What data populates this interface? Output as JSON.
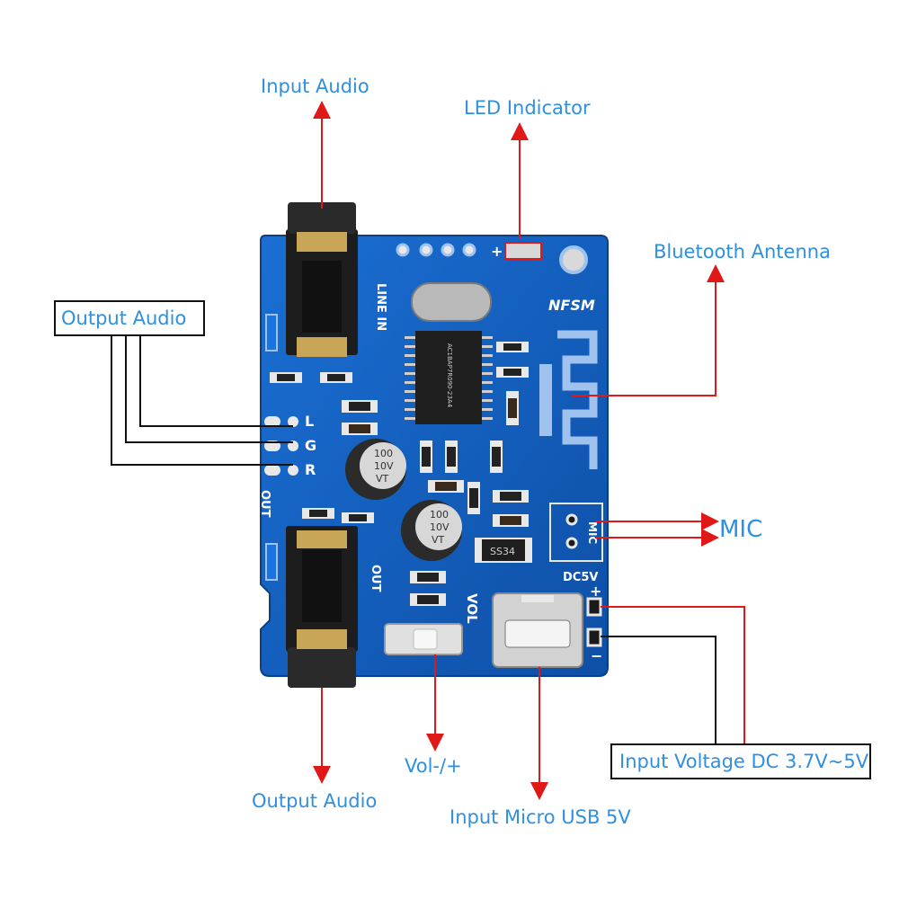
{
  "labels": {
    "input_audio": "Input Audio",
    "led_indicator": "LED Indicator",
    "bluetooth_antenna": "Bluetooth Antenna",
    "output_audio_left": "Output Audio",
    "mic": "MIC",
    "output_audio_bottom": "Output Audio",
    "vol": "Vol-/+",
    "input_usb": "Input Micro USB 5V",
    "input_voltage": "Input Voltage DC 3.7V~5V"
  },
  "silkscreen": {
    "line_in": "LINE IN",
    "nfsm": "NFSM",
    "l": "L",
    "g": "G",
    "r": "R",
    "out_left": "OUT",
    "out_jack": "OUT",
    "vol": "VOL",
    "mic": "MIC",
    "dc5v": "DC5V",
    "plus": "+",
    "minus": "−",
    "cap_value": "100",
    "cap_voltage": "10V",
    "cap_brand": "VT",
    "diode": "SS34",
    "chip": "AC1BAP7R090-23A4"
  },
  "colors": {
    "board": "#1565c8",
    "label_text": "#2f8fe0",
    "red_arrow": "#e01818",
    "black_line": "#111111"
  }
}
